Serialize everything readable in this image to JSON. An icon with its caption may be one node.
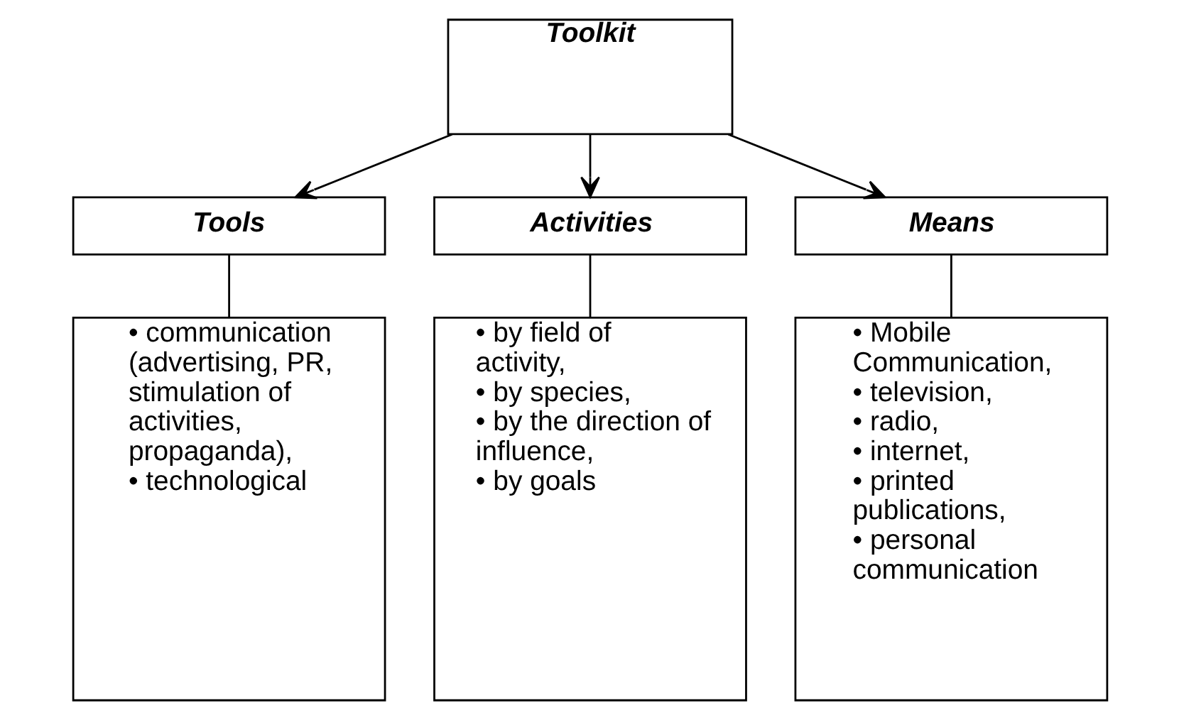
{
  "diagram": {
    "nodes": [
      {
        "text": [
          "Toolkit"
        ]
      },
      {
        "text": [
          "Tools"
        ]
      },
      {
        "text": [
          "Activities"
        ]
      },
      {
        "text": [
          "Means"
        ]
      },
      {
        "text": [
          "• communication (advertising, PR, stimulation of activities, propaganda),",
          "• technological"
        ]
      },
      {
        "text": [
          "• by field of activity,",
          "• by species,",
          "• by the direction of influence,",
          "• by goals"
        ]
      },
      {
        "text": [
          "• Mobile Communication,",
          "• television,",
          "• radio,",
          "• internet,",
          "• printed publications,",
          "• personal communication"
        ]
      }
    ],
    "edges": [
      {
        "from": 0,
        "to": 1,
        "arrow": "to"
      },
      {
        "from": 0,
        "to": 2,
        "arrow": "to"
      },
      {
        "from": 0,
        "to": 3,
        "arrow": "to"
      },
      {
        "from": 1,
        "to": 4,
        "arrow": "none"
      },
      {
        "from": 2,
        "to": 5,
        "arrow": "none"
      },
      {
        "from": 3,
        "to": 6,
        "arrow": "none"
      }
    ]
  }
}
